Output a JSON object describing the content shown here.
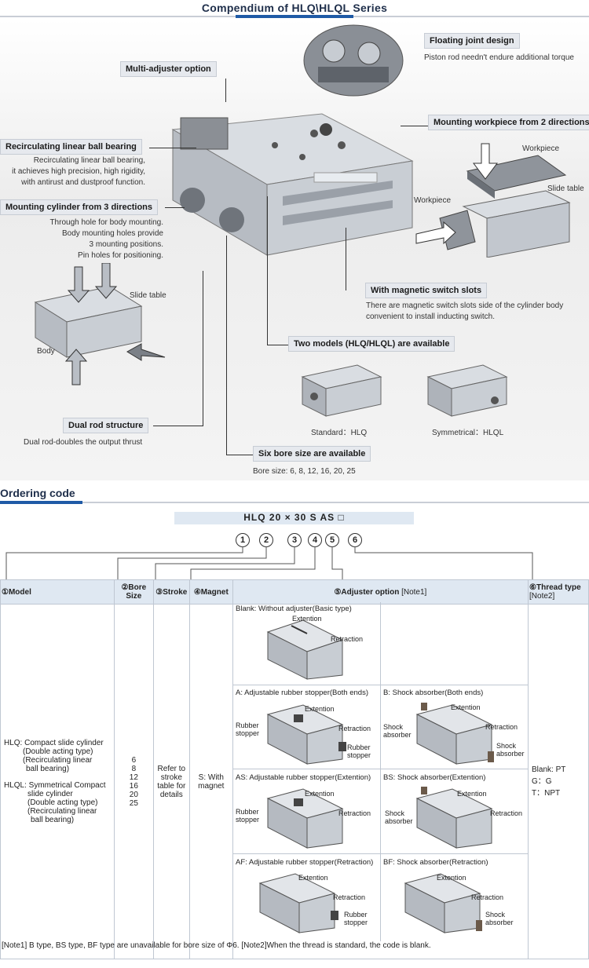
{
  "header": {
    "title": "Compendium of HLQ\\HLQL Series"
  },
  "features": {
    "floating_joint": {
      "title": "Floating joint design",
      "desc": "Piston rod needn't endure additional torque"
    },
    "multi_adjuster": {
      "title": "Multi-adjuster option"
    },
    "mounting_workpiece": {
      "title": "Mounting workpiece from 2 directions"
    },
    "recirculating": {
      "title": "Recirculating linear ball bearing",
      "desc": [
        "Recirculating linear ball bearing,",
        "it achieves high precision, high rigidity,",
        "with antirust and dustproof function."
      ]
    },
    "mounting_cylinder": {
      "title": "Mounting cylinder from 3 directions",
      "desc": [
        "Through hole for body mounting.",
        "Body mounting holes provide",
        "3 mounting positions.",
        "Pin holes for positioning."
      ]
    },
    "magnetic": {
      "title": "With magnetic switch slots",
      "desc": [
        "There are magnetic switch slots side of the cylinder body",
        "convenient to install inducting switch."
      ]
    },
    "two_models": {
      "title": "Two models (HLQ/HLQL) are available"
    },
    "dual_rod": {
      "title": "Dual rod structure",
      "desc": "Dual rod-doubles the output thrust"
    },
    "six_bore": {
      "title": "Six bore size are available",
      "desc": "Bore size: 6, 8, 12, 16, 20, 25"
    }
  },
  "labels": {
    "workpiece": "Workpiece",
    "slide_table": "Slide table",
    "body": "Body",
    "standard": "Standard：HLQ",
    "symmetrical": "Symmetrical：HLQL"
  },
  "ordering": {
    "title": "Ordering code",
    "code": "HLQ  20 × 30  S  AS  □",
    "numbers": [
      "1",
      "2",
      "3",
      "4",
      "5",
      "6"
    ],
    "headers": {
      "model": "①Model",
      "bore": "②Bore Size",
      "stroke": "③Stroke",
      "magnet": "④Magnet",
      "adjuster": "⑤Adjuster option",
      "adjuster_note": "[Note1]",
      "thread": "⑥Thread type",
      "thread_note": "[Note2]"
    },
    "model_text": [
      "HLQ: Compact slide cylinder",
      "(Double acting type)",
      "(Recirculating linear",
      "ball bearing)",
      "",
      "HLQL: Symmetrical Compact",
      "slide cylinder",
      "(Double acting type)",
      "(Recirculating linear",
      "ball bearing)"
    ],
    "bore_sizes": [
      "6",
      "8",
      "12",
      "16",
      "20",
      "25"
    ],
    "stroke_text": "Refer to stroke table for details",
    "magnet_text": "S: With magnet",
    "thread_text": [
      "Blank: PT",
      "G：G",
      "T：NPT"
    ],
    "options": {
      "blank": "Blank: Without adjuster(Basic type)",
      "a": "A: Adjustable rubber stopper(Both ends)",
      "b": "B: Shock absorber(Both ends)",
      "as": "AS: Adjustable rubber stopper(Extention)",
      "bs": "BS: Shock absorber(Extention)",
      "af": "AF: Adjustable rubber stopper(Retraction)",
      "bf": "BF: Shock absorber(Retraction)"
    },
    "mini": {
      "extention": "Extention",
      "retraction": "Retraction",
      "rubber_stopper": "Rubber stopper",
      "shock_absorber": "Shock absorber"
    },
    "footnote": "[Note1] B type, BS type, BF type are unavailable for bore size of Φ6.  [Note2]When the thread is standard, the code is blank."
  }
}
